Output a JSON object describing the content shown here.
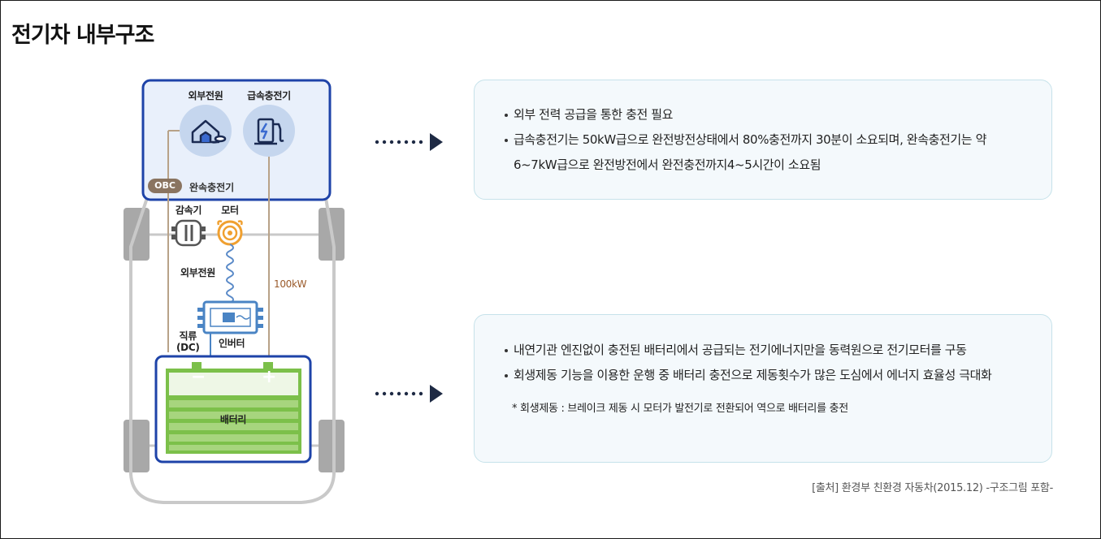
{
  "page": {
    "title": "전기차 내부구조"
  },
  "diagram": {
    "external_power": "외부전원",
    "fast_charger": "급속충전기",
    "obc_badge": "OBC",
    "slow_charger": "완속충전기",
    "reducer": "감속기",
    "motor": "모터",
    "external_power_2": "외부전원",
    "dc_line": "100kW",
    "direct_current": "직류\n(DC)",
    "inverter": "인버터",
    "battery": "배터리",
    "battery_minus": "−",
    "battery_plus": "+",
    "colors": {
      "navy": "#1e43a8",
      "light_blue_fill": "#e9f0fb",
      "battery_green": "#7cc04a",
      "motor_orange": "#f0a030",
      "inverter_blue": "#4a84c4",
      "car_gray": "#c9c9c9"
    }
  },
  "info_top": {
    "bullets": [
      "외부 전력 공급을 통한 충전 필요",
      "급속충전기는 50kW급으로 완전방전상태에서 80%충전까지 30분이 소요되며, 완속충전기는 약 6~7kW급으로 완전방전에서 완전충전까지4~5시간이 소요됨"
    ]
  },
  "info_bottom": {
    "bullets": [
      "내연기관 엔진없이 충전된 배터리에서 공급되는 전기에너지만을 동력원으로 전기모터를 구동",
      "회생제동 기능을 이용한 운행 중 배터리 충전으로 제동횟수가 많은 도심에서 에너지 효율성 극대화"
    ],
    "note": "* 회생제동 : 브레이크 제동 시 모터가 발전기로 전환되어 역으로 배터리를 충전"
  },
  "source": "[출처] 환경부 친환경 자동차(2015.12) -구조그림 포함-"
}
